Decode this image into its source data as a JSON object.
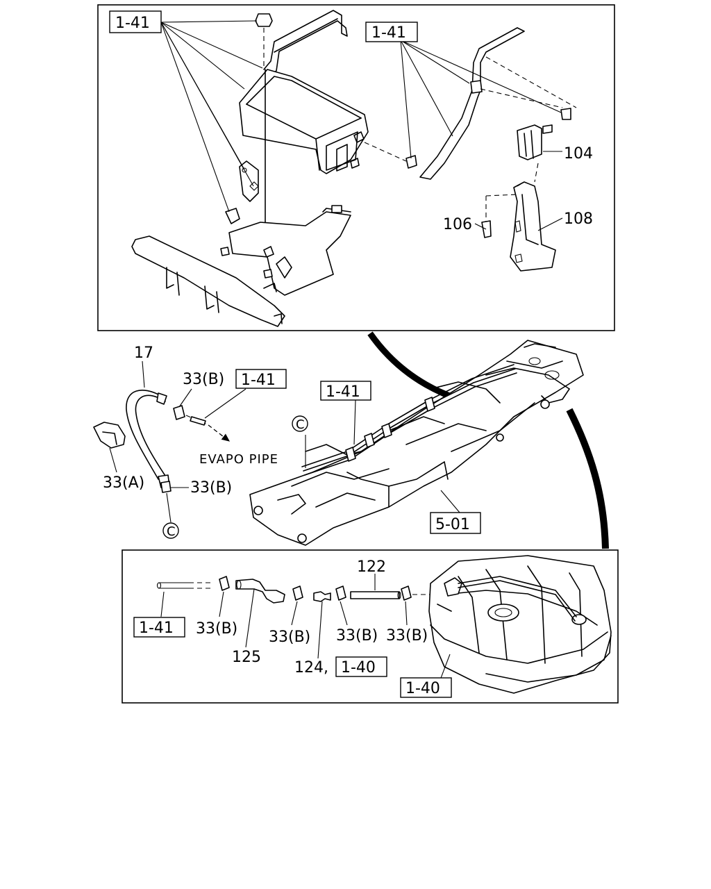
{
  "refs": {
    "ref_top_left": "1-41",
    "ref_top_right": "1-41",
    "ref_mid_1": "1-41",
    "ref_mid_2": "1-41",
    "ref_frame": "5-01",
    "ref_bottom_1": "1-41",
    "ref_bottom_2": "1-40",
    "ref_bottom_3": "1-40"
  },
  "parts": {
    "p104": "104",
    "p106": "106",
    "p108": "108",
    "p17": "17",
    "p33b_1": "33(B)",
    "p33a": "33(A)",
    "p33b_2": "33(B)",
    "p33b_3": "33(B)",
    "p33b_4": "33(B)",
    "p33b_5": "33(B)",
    "p33b_6": "33(B)",
    "p122": "122",
    "p125": "125",
    "p124": "124,"
  },
  "callouts": {
    "c1": "C",
    "c2": "C"
  },
  "notes": {
    "evapo_pipe": "EVAPO PIPE"
  }
}
